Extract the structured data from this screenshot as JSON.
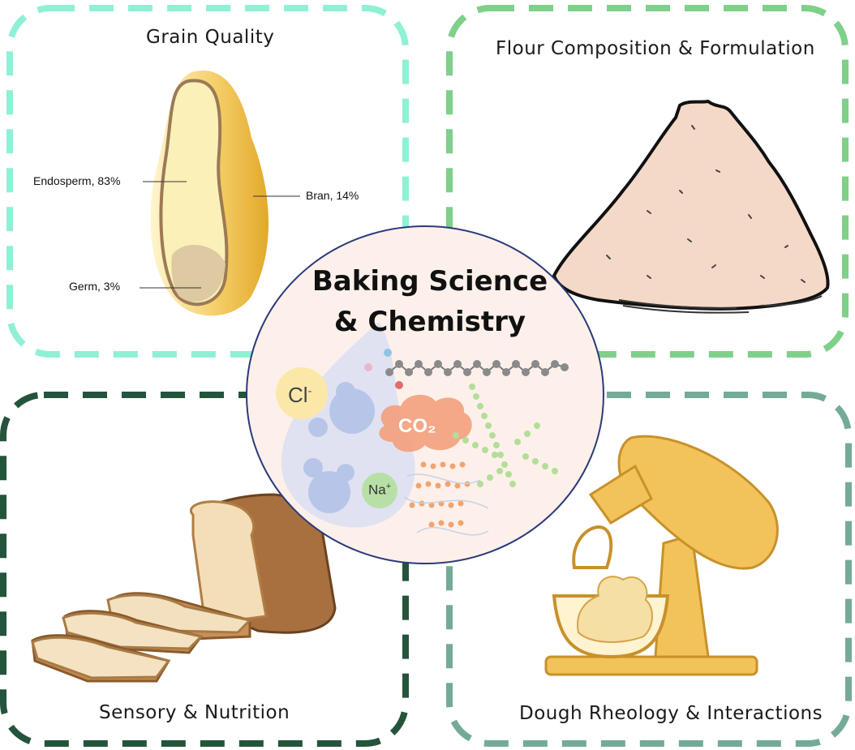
{
  "panels": {
    "grain_quality": {
      "title": "Grain Quality",
      "labels": {
        "endosperm": "Endosperm, 83%",
        "bran": "Bran, 14%",
        "germ": "Germ, 3%"
      }
    },
    "flour": {
      "title": "Flour Composition & Formulation"
    },
    "sensory": {
      "title": "Sensory & Nutrition"
    },
    "dough": {
      "title": "Dough Rheology & Interactions"
    }
  },
  "center": {
    "title_line1": "Baking Science",
    "title_line2": "& Chemistry",
    "ions": {
      "chloride": "Cl",
      "chloride_charge": "-",
      "sodium": "Na",
      "sodium_charge": "+",
      "co2": "CO₂"
    }
  },
  "colors": {
    "grain_border": "#8ff0d6",
    "flour_border": "#7fd089",
    "sensory_border": "#24543b",
    "dough_border": "#74ab96",
    "circle_border": "#2b3a7a",
    "circle_fill": "#fdf0ea"
  },
  "icons": [
    "wheat-kernel-icon",
    "flour-pile-icon",
    "bread-loaf-icon",
    "stand-mixer-icon"
  ]
}
